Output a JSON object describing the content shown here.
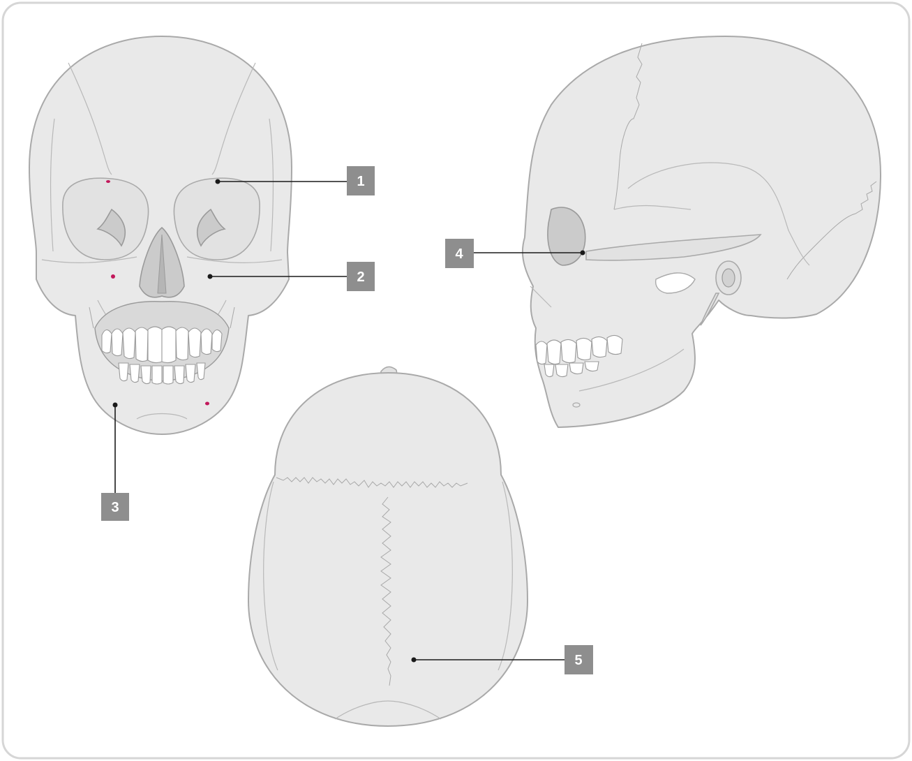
{
  "labels": [
    {
      "id": "1",
      "text": "1"
    },
    {
      "id": "2",
      "text": "2"
    },
    {
      "id": "3",
      "text": "3"
    },
    {
      "id": "4",
      "text": "4"
    },
    {
      "id": "5",
      "text": "5"
    }
  ],
  "colors": {
    "bone_fill": "#e9e9e9",
    "bone_outline": "#a9a9a9",
    "label_box": "#8e8e8e",
    "leader": "#1a1a1a",
    "foramen": "#c2185b",
    "frame_border": "#d6d6d6"
  },
  "views": [
    "skull-anterior-view",
    "skull-lateral-view",
    "skull-superior-view"
  ]
}
